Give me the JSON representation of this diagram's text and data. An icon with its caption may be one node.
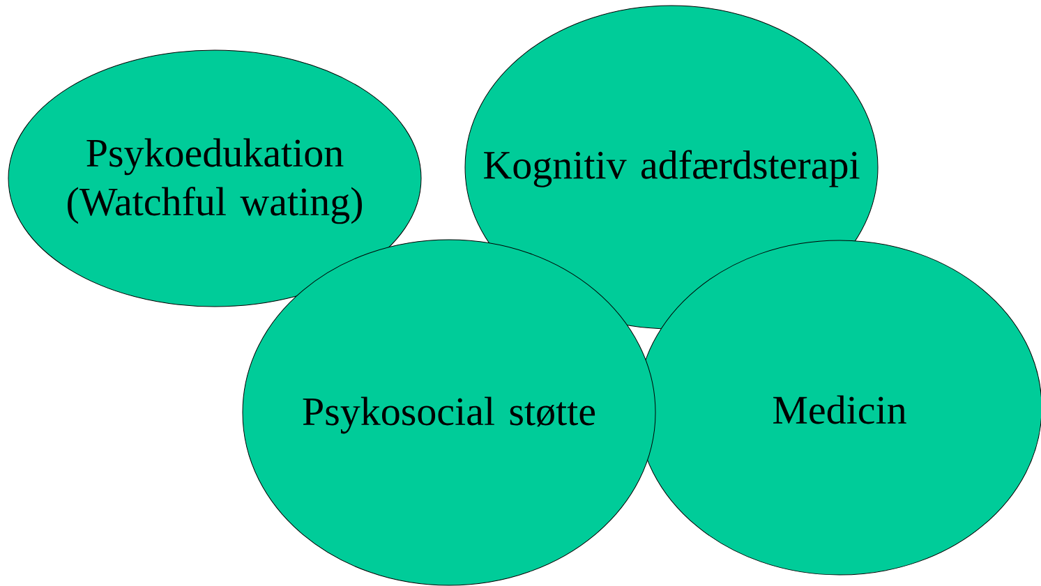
{
  "diagram": {
    "nodes": [
      {
        "text": [
          "Psykoedukation (Watchful wating)"
        ]
      },
      {
        "text": [
          "Kognitiv adfærdsterapi"
        ]
      },
      {
        "text": [
          "Psykosocial støtte"
        ]
      },
      {
        "text": [
          "Medicin"
        ]
      }
    ]
  }
}
